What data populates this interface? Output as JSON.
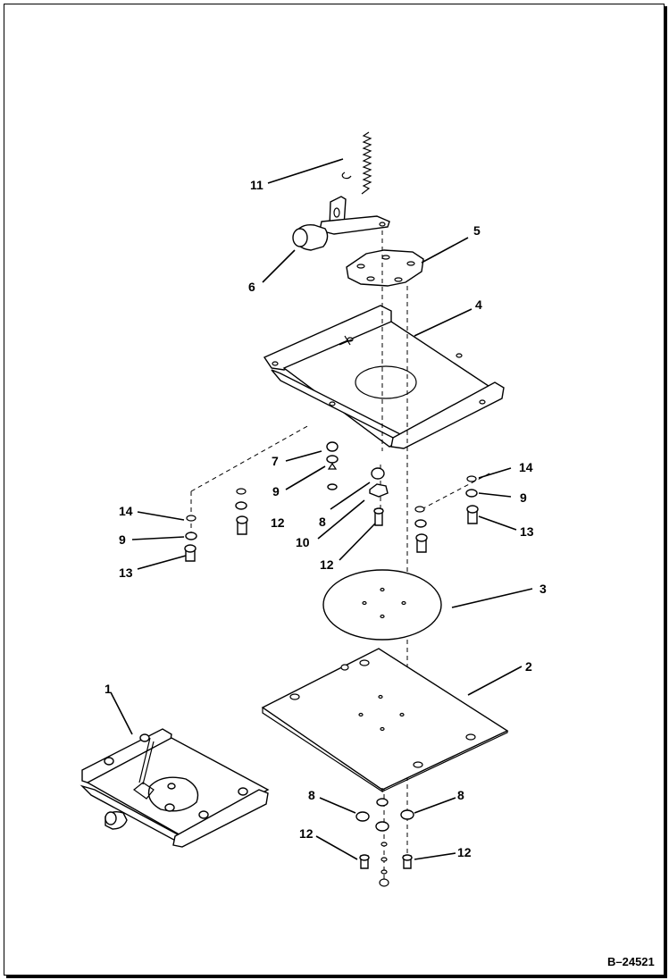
{
  "reference_number": "B–24521",
  "callouts": [
    {
      "id": "c11",
      "text": "11"
    },
    {
      "id": "c5",
      "text": "5"
    },
    {
      "id": "c6",
      "text": "6"
    },
    {
      "id": "c4",
      "text": "4"
    },
    {
      "id": "c7",
      "text": "7"
    },
    {
      "id": "c9a",
      "text": "9"
    },
    {
      "id": "c14a",
      "text": "14"
    },
    {
      "id": "c9b",
      "text": "9"
    },
    {
      "id": "c13a",
      "text": "13"
    },
    {
      "id": "c12a",
      "text": "12"
    },
    {
      "id": "c8a",
      "text": "8"
    },
    {
      "id": "c10",
      "text": "10"
    },
    {
      "id": "c12b",
      "text": "12"
    },
    {
      "id": "c14b",
      "text": "14"
    },
    {
      "id": "c9c",
      "text": "9"
    },
    {
      "id": "c13b",
      "text": "13"
    },
    {
      "id": "c3",
      "text": "3"
    },
    {
      "id": "c2",
      "text": "2"
    },
    {
      "id": "c1",
      "text": "1"
    },
    {
      "id": "c8b",
      "text": "8"
    },
    {
      "id": "c8c",
      "text": "8"
    },
    {
      "id": "c12c",
      "text": "12"
    },
    {
      "id": "c12d",
      "text": "12"
    }
  ]
}
